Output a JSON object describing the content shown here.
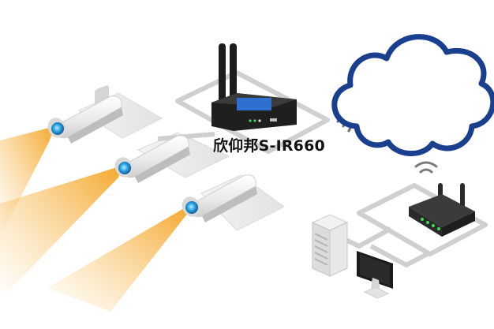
{
  "diagram": {
    "device_label": "欣仰邦S-IR660",
    "colors": {
      "cloud": "#1a3f8f",
      "beam": "#f5a623",
      "lens": "#2ea8e8",
      "network_line": "#c8c8c8",
      "device_body": "#2a2a2a",
      "device_screen": "#2f6fd0",
      "wifi": "#7a7a7a"
    },
    "nodes": [
      {
        "name": "ip-camera",
        "icon": "cctv-camera-icon",
        "count": 3
      },
      {
        "name": "industrial-router",
        "icon": "router-icon"
      },
      {
        "name": "cloud",
        "icon": "cloud-icon"
      },
      {
        "name": "gateway-router",
        "icon": "router-icon"
      },
      {
        "name": "server",
        "icon": "server-tower-icon"
      },
      {
        "name": "monitor",
        "icon": "monitor-icon"
      }
    ]
  }
}
